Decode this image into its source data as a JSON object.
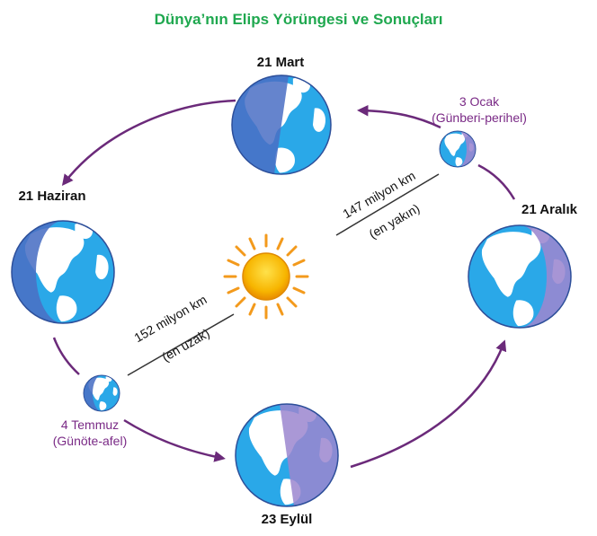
{
  "title": "Dünya’nın Elips Yörüngesi ve Sonuçları",
  "colors": {
    "title": "#1fa84f",
    "orbit_arrow": "#6b2a7a",
    "label_purple": "#7a2a86",
    "ocean": "#2aa8e8",
    "night_land": "#9b86cf",
    "night_ocean": "#4a6fc4",
    "land": "#ffffff",
    "sun_core": "#f7b500",
    "sun_rays": "#f39a1c",
    "text": "#111111"
  },
  "positions": {
    "march": {
      "date": "21 Mart"
    },
    "june": {
      "date": "21 Haziran"
    },
    "september": {
      "date": "23 Eylül"
    },
    "december": {
      "date": "21 Aralık"
    },
    "aphelion": {
      "date": "4 Temmuz",
      "name": "(Günöte-afel)"
    },
    "perihelion": {
      "date": "3 Ocak",
      "name": "(Günberi-perihel)"
    }
  },
  "distances": {
    "far": {
      "value": "152 milyon km",
      "label": "(en uzak)"
    },
    "near": {
      "value": "147 milyon km",
      "label": "(en yakın)"
    }
  },
  "icons": {
    "sun": "sun-icon",
    "earth": "earth-globe-icon",
    "arrow": "curved-arrow-icon"
  }
}
